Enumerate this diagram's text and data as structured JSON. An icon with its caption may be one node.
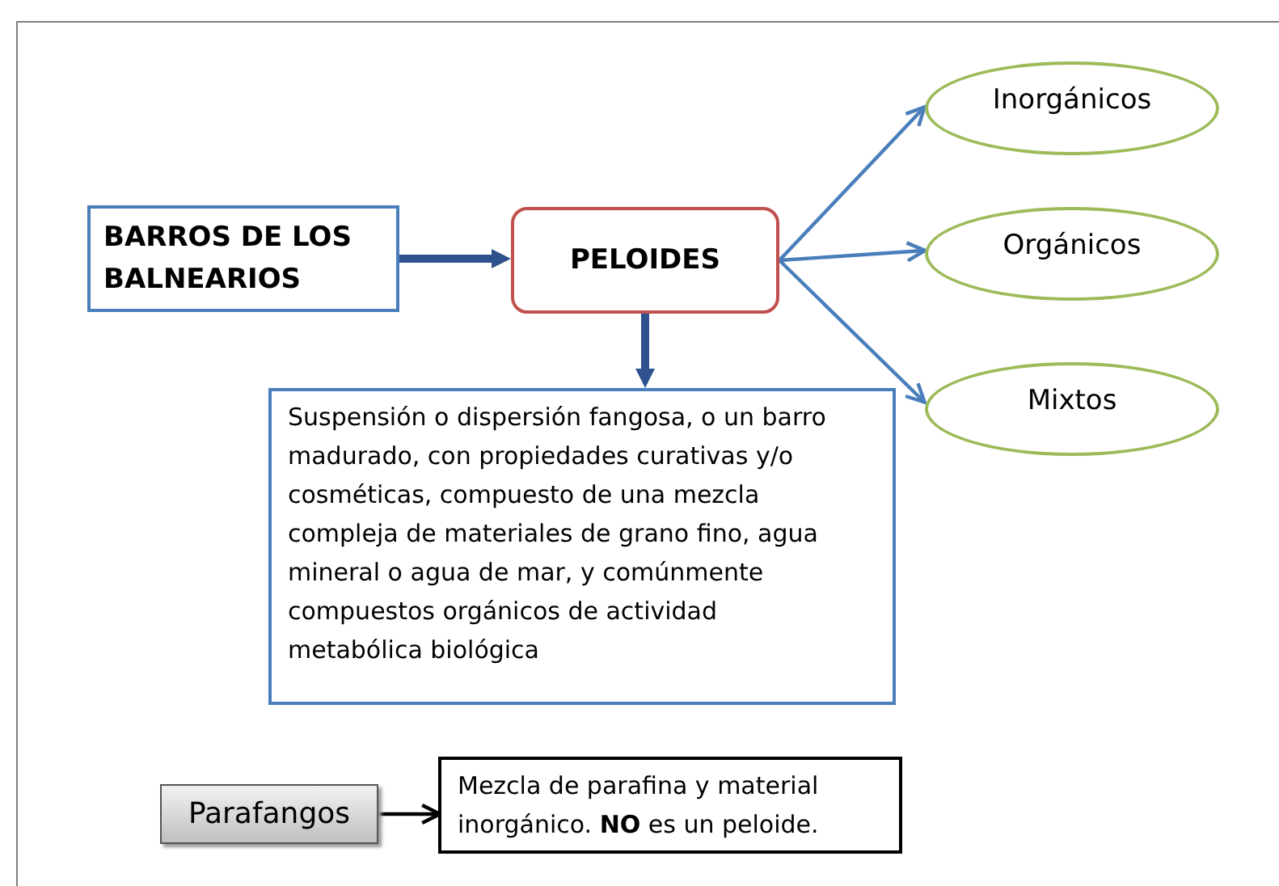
{
  "diagram": {
    "nodes": [
      {
        "text": [
          "BARROS DE LOS BALNEARIOS"
        ]
      },
      {
        "text": [
          "PELOIDES"
        ]
      },
      {
        "text": [
          "Inorgánicos"
        ]
      },
      {
        "text": [
          "Orgánicos"
        ]
      },
      {
        "text": [
          "Mixtos"
        ]
      },
      {
        "text": [
          "Suspensión o dispersión fangosa, o un barro madurado, con propiedades curativas y/o cosméticas, compuesto de una mezcla compleja de materiales de grano fino, agua mineral o agua de mar, y comúnmente compuestos orgánicos de actividad metabólica biológica"
        ]
      },
      {
        "text": [
          "Parafangos"
        ]
      },
      {
        "text": [
          "Mezcla de parafina y material inorgánico. **NO** es un peloide."
        ]
      }
    ],
    "edges": [
      {
        "from": 0,
        "to": 1,
        "arrow": "to",
        "style": "thick",
        "color": "#2f528f"
      },
      {
        "from": 1,
        "to": 2,
        "arrow": "to"
      },
      {
        "from": 1,
        "to": 3,
        "arrow": "to"
      },
      {
        "from": 1,
        "to": 4,
        "arrow": "to"
      },
      {
        "from": 1,
        "to": 5,
        "arrow": "to",
        "style": "thick",
        "color": "#2f528f"
      },
      {
        "from": 6,
        "to": 7,
        "arrow": "to",
        "color": "#000000"
      }
    ]
  }
}
